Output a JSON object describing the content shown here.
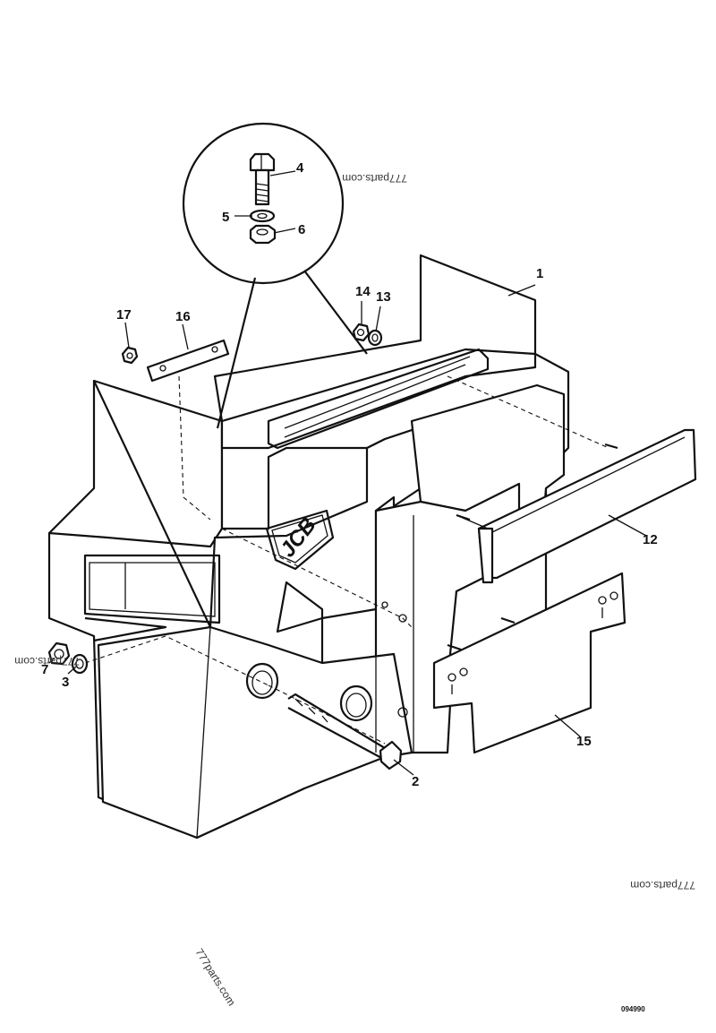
{
  "diagram": {
    "brand_logo": "JCB",
    "callouts": [
      {
        "id": "c1",
        "label": "1"
      },
      {
        "id": "c2",
        "label": "2"
      },
      {
        "id": "c3",
        "label": "3"
      },
      {
        "id": "c4",
        "label": "4"
      },
      {
        "id": "c5",
        "label": "5"
      },
      {
        "id": "c6",
        "label": "6"
      },
      {
        "id": "c7",
        "label": "7"
      },
      {
        "id": "c12",
        "label": "12"
      },
      {
        "id": "c13",
        "label": "13"
      },
      {
        "id": "c14",
        "label": "14"
      },
      {
        "id": "c15",
        "label": "15"
      },
      {
        "id": "c16",
        "label": "16"
      },
      {
        "id": "c17",
        "label": "17"
      }
    ],
    "watermarks": [
      "777parts.com",
      "777parts.com",
      "777parts.com",
      "777parts.com"
    ],
    "reference_number": "094990"
  }
}
